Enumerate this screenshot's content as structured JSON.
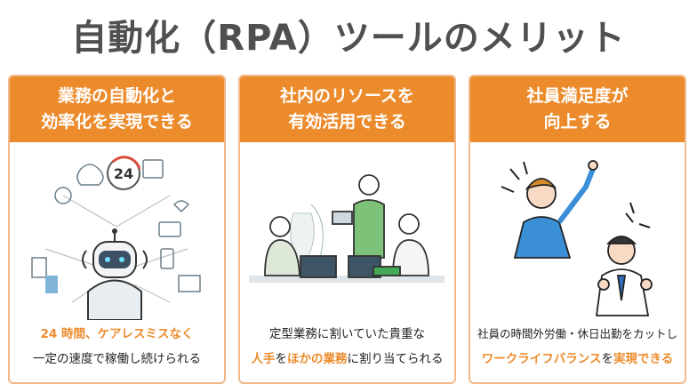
{
  "title": "自動化（RPA）ツールのメリット",
  "accent_color": "#ec8b2c",
  "cards": [
    {
      "header": [
        "業務の自動化と",
        "効率化を実現できる"
      ],
      "line1": [
        {
          "text": "24 時間、ケアレスミスなく",
          "style": "orange"
        }
      ],
      "line2": [
        {
          "text": "一定の速度で稼働し続けられる",
          "style": "dark"
        }
      ],
      "illustration": "robot-icon",
      "badge": "24"
    },
    {
      "header": [
        "社内のリソースを",
        "有効活用できる"
      ],
      "line1": [
        {
          "text": "定型業務に割いていた貴重な",
          "style": "dark"
        }
      ],
      "line2": [
        {
          "text": "人手",
          "style": "orange"
        },
        {
          "text": "を",
          "style": "dark"
        },
        {
          "text": "ほかの業務",
          "style": "orange"
        },
        {
          "text": "に割り当てられる",
          "style": "dark"
        }
      ],
      "illustration": "office-meeting-icon"
    },
    {
      "header": [
        "社員満足度が",
        "向上する"
      ],
      "line1": [
        {
          "text": "社員の時間外労働・休日出勤をカットし",
          "style": "dark"
        }
      ],
      "line2": [
        {
          "text": "ワークライフバランス",
          "style": "orange"
        },
        {
          "text": "を",
          "style": "dark"
        },
        {
          "text": "実現できる",
          "style": "orange"
        }
      ],
      "illustration": "happy-employees-icon"
    }
  ]
}
